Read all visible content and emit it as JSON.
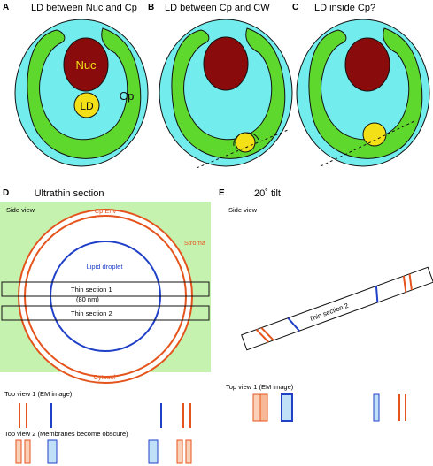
{
  "panels": {
    "A": {
      "letter": "A",
      "title": "LD between Nuc and Cp",
      "nuc": "Nuc",
      "cp": "Cp",
      "ld": "LD"
    },
    "B": {
      "letter": "B",
      "title": "LD between Cp and CW"
    },
    "C": {
      "letter": "C",
      "title": "LD inside Cp?"
    },
    "D": {
      "letter": "D",
      "title": "Ultrathin section",
      "side_view": "Side view",
      "cp_env": "Cp Env",
      "stroma": "Stroma",
      "lipid_droplet": "Lipid droplet",
      "thin_section_1": "Thin section 1",
      "thin_section_1_sub": "(80 nm)",
      "thin_section_2": "Thin section 2",
      "cytosol": "Cytosol",
      "top_view_1": "Top view 1 (EM image)",
      "top_view_2": "Top view 2 (Membranes become obscure)"
    },
    "E": {
      "letter": "E",
      "title": "20˚ tilt",
      "side_view": "Side view",
      "thin_section_2": "Thin section 2",
      "top_view_1": "Top view 1 (EM image)"
    }
  },
  "colors": {
    "cell_wall": "#72ecec",
    "chloroplast": "#5fd82e",
    "nucleus": "#8a0b0b",
    "lipid_droplet": "#f3e017",
    "envelope": "#e4541c",
    "lipid_membrane": "#2040c8",
    "stroma_bg": "#c6f2b0",
    "text_orange": "#e4541c",
    "text_blue": "#2040c8"
  }
}
